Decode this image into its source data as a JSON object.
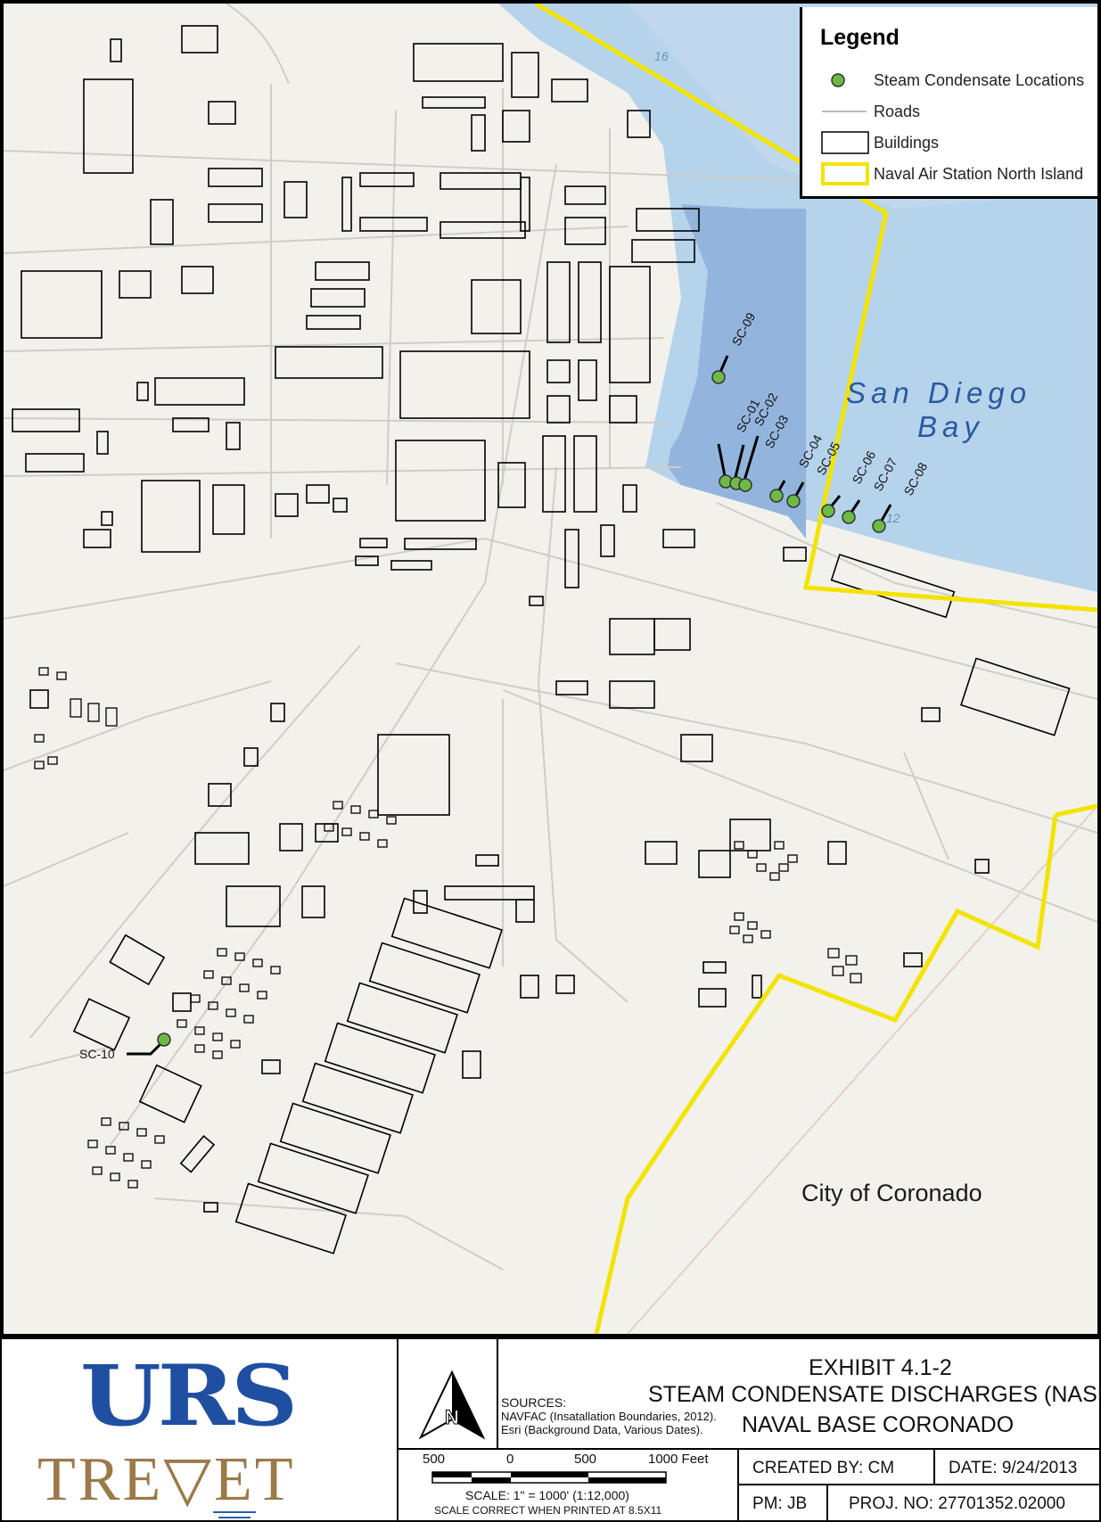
{
  "map": {
    "water_label_1": "San Diego",
    "water_label_2": "Bay",
    "city_label": "City of Coronado",
    "depth_labels": [
      "16",
      "12"
    ],
    "colors": {
      "land": "#f2f1ec",
      "water": "#b6d3ec",
      "pier_water": "#93b5dd",
      "boundary": "#f2e400",
      "roads": "#cfcdc6",
      "buildings": "#000000",
      "marker": "#6dbb45"
    },
    "locations": [
      {
        "label": "SC-09"
      },
      {
        "label": "SC-01"
      },
      {
        "label": "SC-02"
      },
      {
        "label": "SC-03"
      },
      {
        "label": "SC-04"
      },
      {
        "label": "SC-05"
      },
      {
        "label": "SC-06"
      },
      {
        "label": "SC-07"
      },
      {
        "label": "SC-08"
      },
      {
        "label": "SC-10"
      }
    ]
  },
  "legend": {
    "title": "Legend",
    "items": [
      {
        "label": "Steam Condensate Locations",
        "icon": "green-dot-icon"
      },
      {
        "label": "Roads",
        "icon": "road-line-icon"
      },
      {
        "label": "Buildings",
        "icon": "building-box-icon"
      },
      {
        "label": "Naval Air Station North Island",
        "icon": "boundary-box-icon"
      }
    ]
  },
  "title_block": {
    "logo_top": "URS",
    "logo_bottom": "TRE▽ET",
    "north_arrow_letter": "N",
    "sources_heading": "SOURCES:",
    "sources_line_1": "NAVFAC (Insatallation Boundaries, 2012).",
    "sources_line_2": "Esri (Background Data, Various Dates).",
    "exhibit": "EXHIBIT 4.1-2",
    "subject": "STEAM CONDENSATE DISCHARGES (NASNI)",
    "facility": "NAVAL BASE CORONADO",
    "scale_ticks": [
      "500",
      "0",
      "500",
      "1000  Feet"
    ],
    "scale_text": "SCALE: 1\" = 1000' (1:12,000)",
    "scale_note": "SCALE CORRECT WHEN PRINTED AT 8.5X11",
    "created_by": "CREATED BY:  CM",
    "date": "DATE: 9/24/2013",
    "pm": "PM: JB",
    "proj_no": "PROJ. NO: 27701352.02000"
  }
}
